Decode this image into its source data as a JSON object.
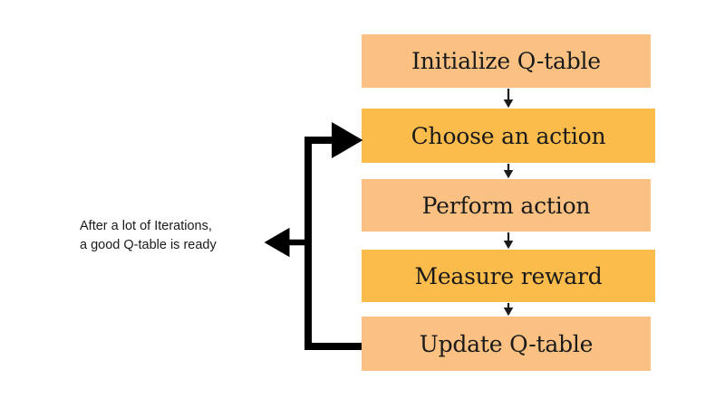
{
  "diagram": {
    "title": "Q-learning process loop",
    "background_color": "#ffffff",
    "colors": {
      "box_light": "#FBC183",
      "box_dark": "#FCBC4B",
      "text": "#1a1a1a",
      "arrow": "#000000"
    },
    "steps": [
      {
        "id": "initialize-q-table",
        "label": "Initialize Q-table",
        "fill": "#FBC183"
      },
      {
        "id": "choose-an-action",
        "label": "Choose an action",
        "fill": "#FCBC4B"
      },
      {
        "id": "perform-action",
        "label": "Perform action",
        "fill": "#FBC183"
      },
      {
        "id": "measure-reward",
        "label": "Measure reward",
        "fill": "#FCBC4B"
      },
      {
        "id": "update-q-table",
        "label": "Update Q-table",
        "fill": "#FBC183"
      }
    ],
    "annotation": {
      "line1": "After a lot of Iterations,",
      "line2": "a good Q-table is ready"
    },
    "connectors": [
      {
        "from": "initialize-q-table",
        "to": "choose-an-action",
        "type": "down-arrow"
      },
      {
        "from": "choose-an-action",
        "to": "perform-action",
        "type": "down-arrow"
      },
      {
        "from": "perform-action",
        "to": "measure-reward",
        "type": "down-arrow"
      },
      {
        "from": "measure-reward",
        "to": "update-q-table",
        "type": "down-arrow"
      },
      {
        "from": "update-q-table",
        "to": "choose-an-action",
        "type": "feedback-loop-left"
      },
      {
        "from": "feedback-loop",
        "to": "annotation",
        "type": "left-arrow"
      }
    ]
  }
}
